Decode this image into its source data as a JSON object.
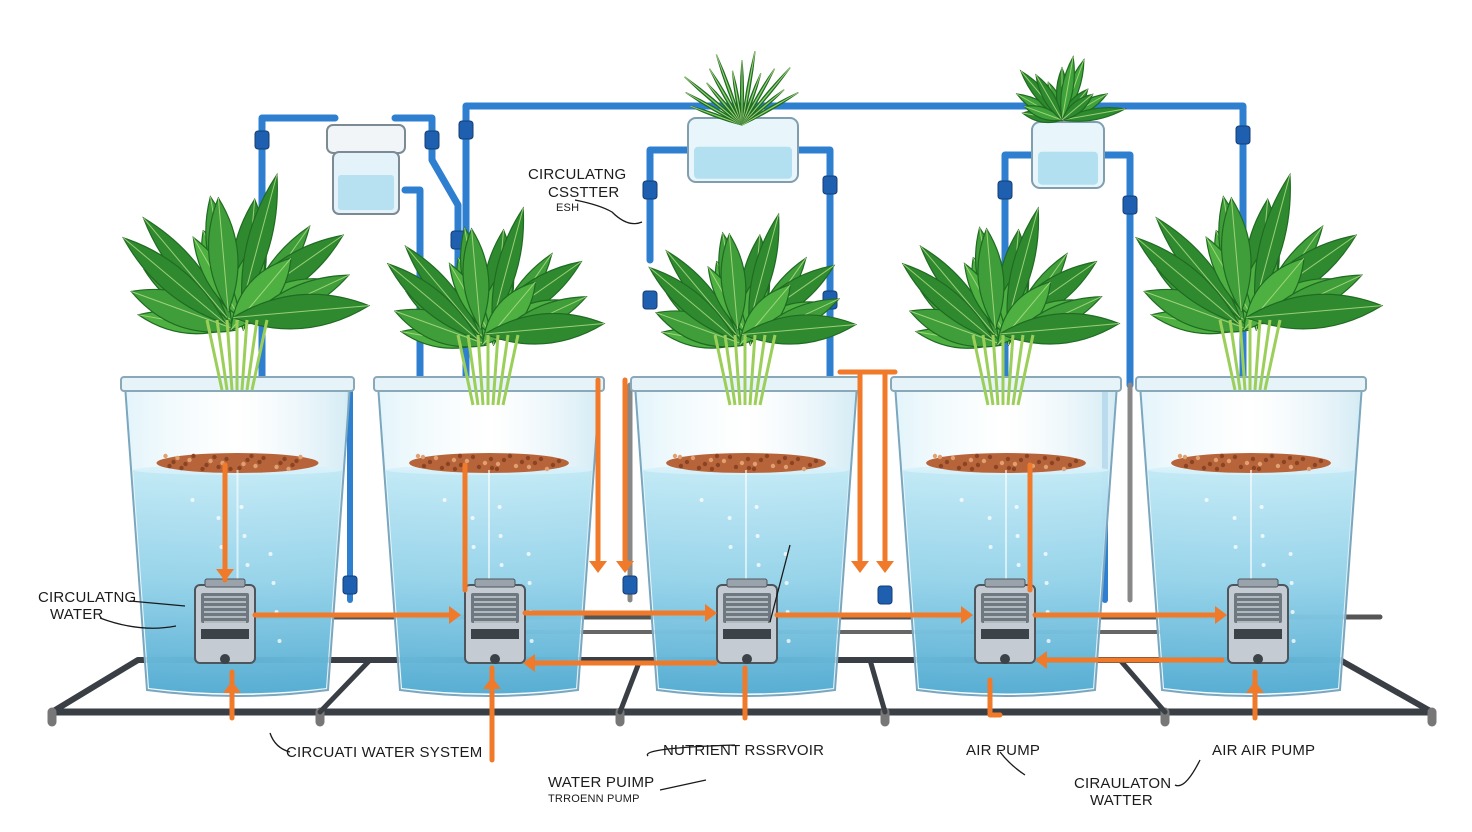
{
  "labels": {
    "top_center": "CIRCULATNG",
    "top_center_2": "CSSTTER",
    "top_center_3": "ESH",
    "left_side": "CIRCULATNG",
    "left_side_2": "WATER",
    "bottom_1": "CIRCUATI WATER SYSTEM",
    "bottom_2": "NUTRIENT RSSRVOIR",
    "bottom_3": "AIR PUMP",
    "bottom_4": "AIR AIR PUMP",
    "bottom_5": "WATER PUIMP",
    "bottom_5b": "TRROENN PUMP",
    "bottom_6": "CIRAULATON",
    "bottom_6b": "WATTER"
  },
  "colors": {
    "water": "#8fd0e8",
    "water_dark": "#4aa7cf",
    "pipe_blue": "#2f7fd0",
    "pipe_orange": "#f07a2a",
    "frame": "#3a3f45",
    "leaf": "#3f9e3a",
    "leaf_dark": "#1f6b22",
    "media": "#b8643a"
  }
}
